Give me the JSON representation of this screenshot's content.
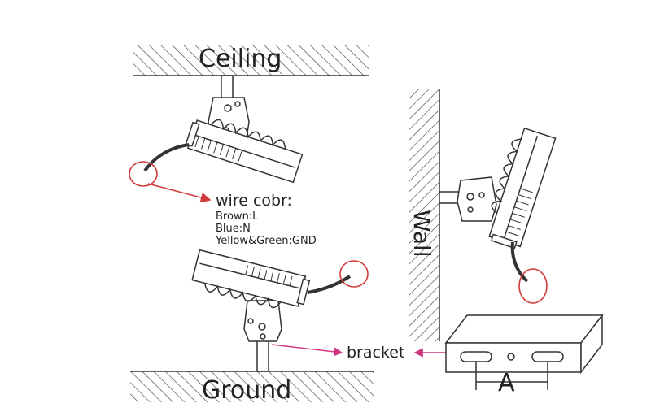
{
  "labels": {
    "ceiling": "Ceiling",
    "ground": "Ground",
    "wall": "Wall",
    "wire_title": "wire cobr:",
    "wire_brown": "Brown:L",
    "wire_blue": "Blue:N",
    "wire_gnd": "Yellow&Green:GND",
    "bracket": "bracket",
    "dimension": "A"
  },
  "colors": {
    "line": "#333333",
    "red": "#d23a3a",
    "magenta": "#d0347e"
  }
}
